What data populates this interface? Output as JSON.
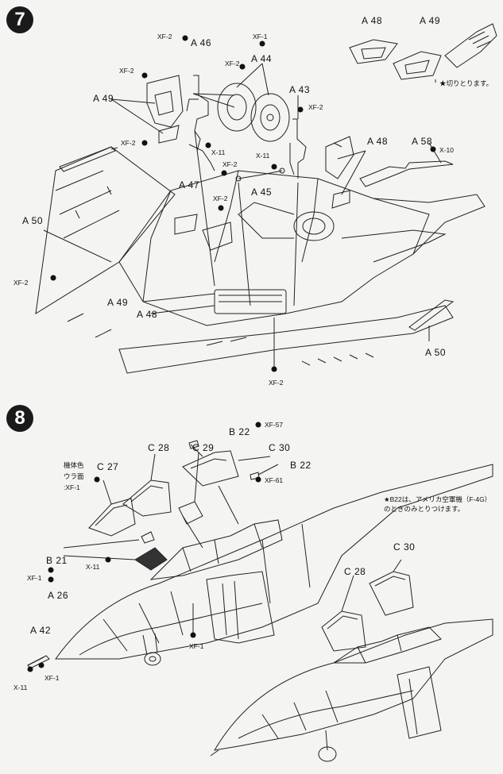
{
  "step7": {
    "number": "7",
    "labels": {
      "a48_top": "A 48",
      "a49_top": "A 49",
      "xf2_a": "XF-2",
      "a46": "A 46",
      "xf1_a": "XF-1",
      "a44": "A 44",
      "xf2_b": "XF-2",
      "xf2_c": "XF-2",
      "a49_left": "A 49",
      "a43": "A 43",
      "xf2_d": "XF-2",
      "xf2_e": "XF-2",
      "x11_a": "X-11",
      "a48_mid": "A 48",
      "a58": "A 58",
      "x10": "X-10",
      "x11_b": "X-11",
      "xf2_f": "XF-2",
      "a47": "A 47",
      "a45": "A 45",
      "xf2_g": "XF-2",
      "a50_left": "A 50",
      "xf2_h": "XF-2",
      "a49_bottom": "A 49",
      "a48_bottom": "A 48",
      "a50_right": "A 50",
      "xf2_i": "XF-2"
    },
    "note": "★切りとります。"
  },
  "step8": {
    "number": "8",
    "labels": {
      "b22_top": "B 22",
      "xf57": "XF-57",
      "c28": "C 28",
      "c29": "C 29",
      "c30": "C 30",
      "b22_mid": "B 22",
      "xf61": "XF-61",
      "c27": "C 27",
      "body_color_1": "機体色",
      "body_color_2": "ウラ面",
      "body_color_3": ":XF-1",
      "b21": "B 21",
      "x11_a": "X-11",
      "xf1_a": "XF-1",
      "a26": "A 26",
      "xf1_b": "XF-1",
      "a42": "A 42",
      "x11_b": "X-11",
      "xf1_c": "XF-1",
      "c30_right": "C 30",
      "c28_right": "C 28"
    },
    "note_line1": "★B22は、アメリカ空軍機（F-4G）",
    "note_line2": "のときのみとりつけます。"
  }
}
